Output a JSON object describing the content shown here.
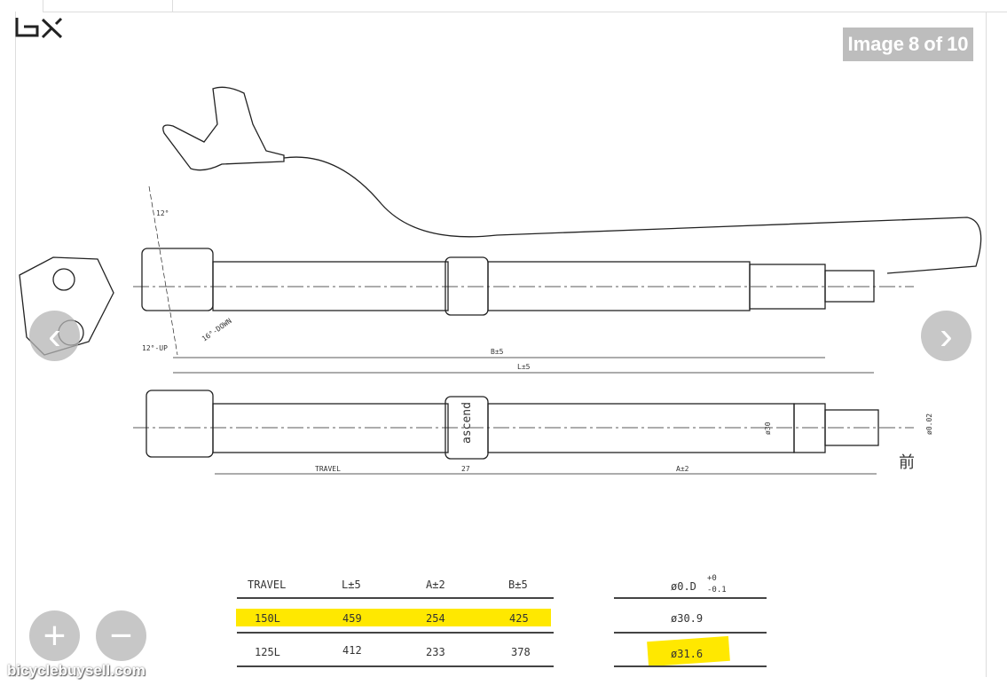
{
  "viewer": {
    "counter_prefix": "Image",
    "current": "8",
    "of": "of",
    "total": "10",
    "watermark": "bicyclebuysell.com",
    "logo": "bx"
  },
  "drawing": {
    "angle_12": "12°",
    "angle_down": "16°-DOWN",
    "angle_up": "12°-UP",
    "dim_b": "B±5",
    "dim_l": "L±5",
    "dim_travel": "TRAVEL",
    "dim_27": "27",
    "dim_a": "A±2",
    "dia_30": "ø30",
    "dia_tol": "ø0.02",
    "front": "前",
    "brand": "ascend"
  },
  "table": {
    "headers": [
      "TRAVEL",
      "L±5",
      "A±2",
      "B±5"
    ],
    "rows": [
      [
        "150L",
        "459",
        "254",
        "425"
      ],
      [
        "125L",
        "412",
        "233",
        "378"
      ]
    ]
  },
  "od_table": {
    "header": "ø0.D",
    "tol_plus": "+0",
    "tol_minus": "-0.1",
    "rows": [
      "ø30.9",
      "ø31.6"
    ]
  },
  "colors": {
    "highlight": "#ffe800"
  }
}
